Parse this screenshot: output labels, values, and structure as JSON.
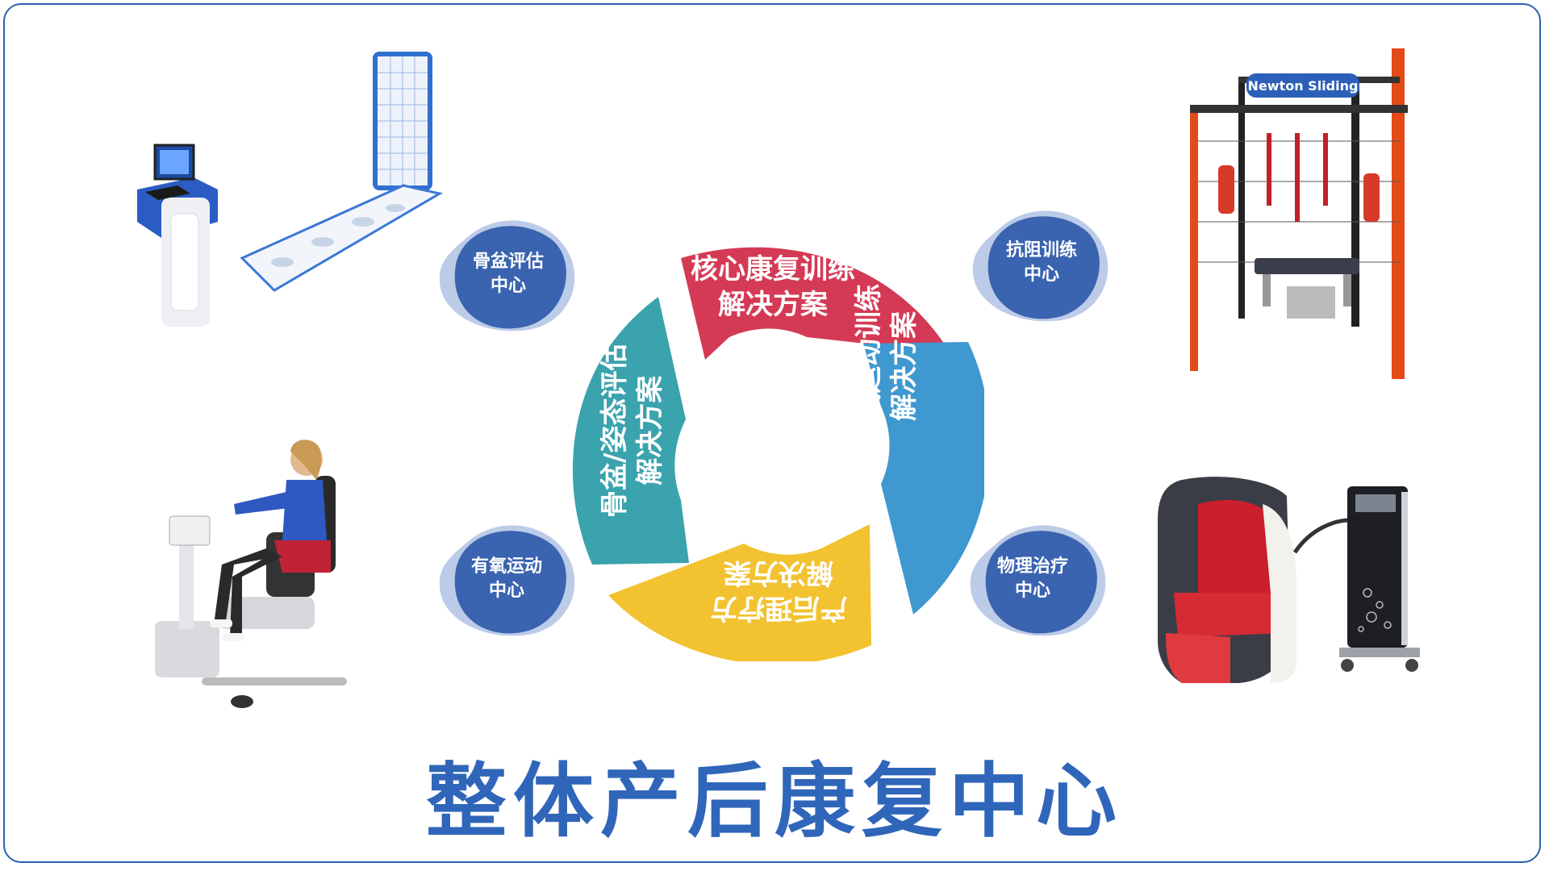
{
  "title": "整体产后康复中心",
  "ring": {
    "segments": [
      {
        "lines": [
          "核心康复训练",
          "解决方案"
        ],
        "color": "#d43a55"
      },
      {
        "lines": [
          "有氧运动训练",
          "解决方案"
        ],
        "color": "#3f98cf"
      },
      {
        "lines": [
          "产后理疗方",
          "解决方案"
        ],
        "color": "#f2c231"
      },
      {
        "lines": [
          "骨盆/姿态评估",
          "解决方案"
        ],
        "color": "#3aa3ad"
      }
    ]
  },
  "centers": [
    {
      "lines": [
        "骨盆评估",
        "中心"
      ]
    },
    {
      "lines": [
        "抗阻训练",
        "中心"
      ]
    },
    {
      "lines": [
        "有氧运动",
        "中心"
      ]
    },
    {
      "lines": [
        "物理治疗",
        "中心"
      ]
    }
  ],
  "devices": {
    "assessment_logo": "",
    "sling_banner": "Newton Sliding"
  },
  "colors": {
    "bubble": "#3a63b0",
    "bubble_light": "#8fa8d8",
    "frame": "#2b5fae",
    "title": "#2f66b9"
  }
}
